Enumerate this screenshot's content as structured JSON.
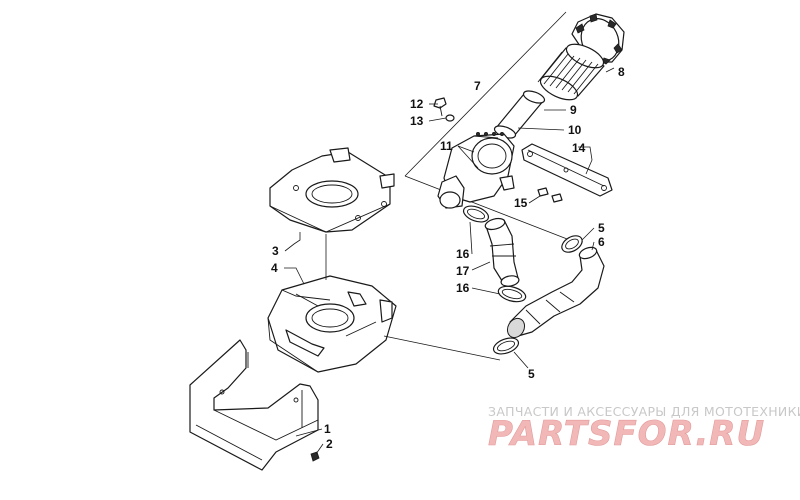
{
  "callouts": [
    {
      "id": "1",
      "label": "1"
    },
    {
      "id": "2",
      "label": "2"
    },
    {
      "id": "3",
      "label": "3"
    },
    {
      "id": "4",
      "label": "4"
    },
    {
      "id": "5a",
      "label": "5"
    },
    {
      "id": "5b",
      "label": "5"
    },
    {
      "id": "6",
      "label": "6"
    },
    {
      "id": "7",
      "label": "7"
    },
    {
      "id": "8",
      "label": "8"
    },
    {
      "id": "9",
      "label": "9"
    },
    {
      "id": "10",
      "label": "10"
    },
    {
      "id": "11",
      "label": "11"
    },
    {
      "id": "12",
      "label": "12"
    },
    {
      "id": "13",
      "label": "13"
    },
    {
      "id": "14",
      "label": "14"
    },
    {
      "id": "15",
      "label": "15"
    },
    {
      "id": "16a",
      "label": "16"
    },
    {
      "id": "16b",
      "label": "16"
    },
    {
      "id": "17",
      "label": "17"
    }
  ],
  "watermark": {
    "tagline": "ЗАПЧАСТИ И АКСЕССУАРЫ ДЛЯ МОТОТЕХНИКИ",
    "logo": "PARTSFOR.RU",
    "logo_color": "#f2b8b8"
  }
}
